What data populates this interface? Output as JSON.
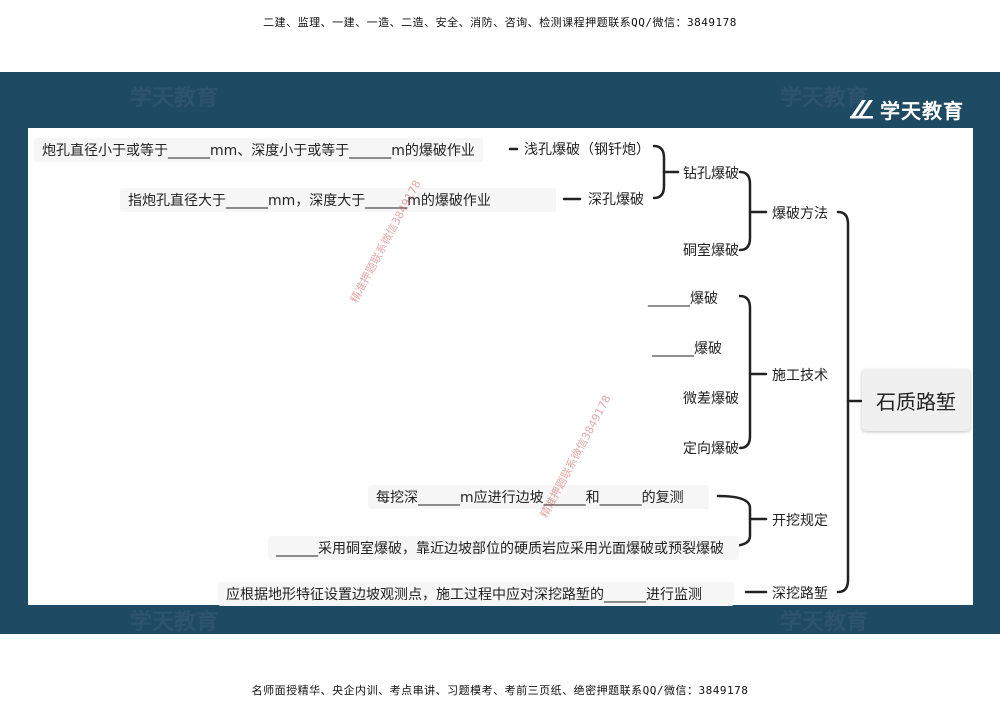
{
  "header_text": "二建、监理、一建、一造、二造、安全、消防、咨询、检测课程押题联系QQ/微信：3849178",
  "footer_text": "名师面授精华、央企内训、考点串讲、习题模考、考前三页纸、绝密押题联系QQ/微信：3849178",
  "logo_text": "学天教育",
  "watermark_text": "精准押题联系微信3849178",
  "mindmap": {
    "root": "石质路堑",
    "branches": {
      "blasting_methods": {
        "label": "爆破方法",
        "drill_hole": {
          "label": "钻孔爆破",
          "shallow": {
            "label": "浅孔爆破（钢钎炮）",
            "desc": "炮孔直径小于或等于______mm、深度小于或等于______m的爆破作业"
          },
          "deep": {
            "label": "深孔爆破",
            "desc": "指炮孔直径大于______mm，深度大于______m的爆破作业"
          }
        },
        "chamber": {
          "label": "硐室爆破"
        }
      },
      "construction_tech": {
        "label": "施工技术",
        "items": [
          "______爆破",
          "______爆破",
          "微差爆破",
          "定向爆破"
        ]
      },
      "excavation_rules": {
        "label": "开挖规定",
        "items": [
          "每挖深______m应进行边坡______和______的复测",
          "______采用硐室爆破，靠近边坡部位的硬质岩应采用光面爆破或预裂爆破"
        ]
      },
      "deep_cut": {
        "label": "深挖路堑",
        "desc": "应根据地形特征设置边坡观测点，施工过程中应对深挖路堑的______进行监测"
      }
    }
  }
}
